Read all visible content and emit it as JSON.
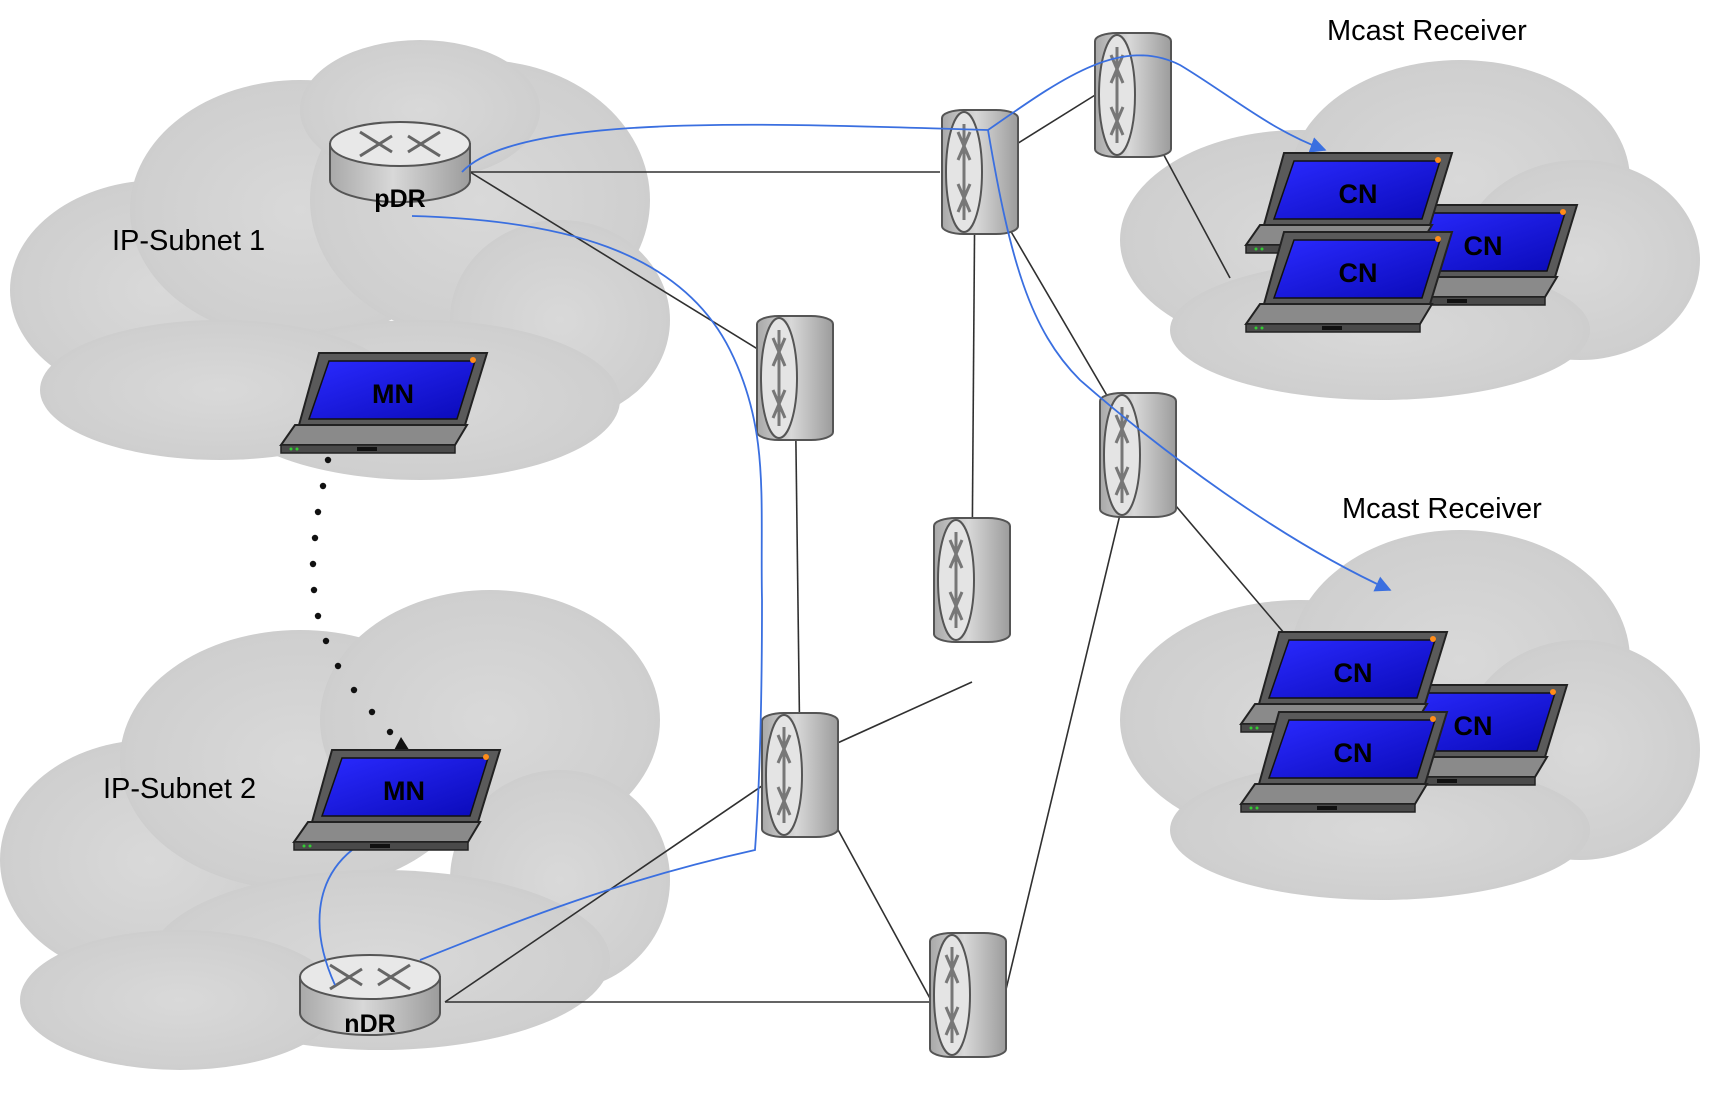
{
  "labels": {
    "subnet1": "IP-Subnet 1",
    "subnet2": "IP-Subnet 2",
    "mcast1": "Mcast Receiver",
    "mcast2": "Mcast Receiver"
  },
  "routers": {
    "pdr": "pDR",
    "ndr": "nDR"
  },
  "laptops": {
    "mn_old": "MN",
    "mn_new": "MN",
    "cn": "CN"
  },
  "colors": {
    "cloud": "#d4d4d4",
    "cloud_edge": "#bdbdbd",
    "router_body": "#c8c8c8",
    "router_top": "#e6e6e6",
    "screen": "#1010d8",
    "flow": "#3a6fe0",
    "link": "#303030"
  }
}
